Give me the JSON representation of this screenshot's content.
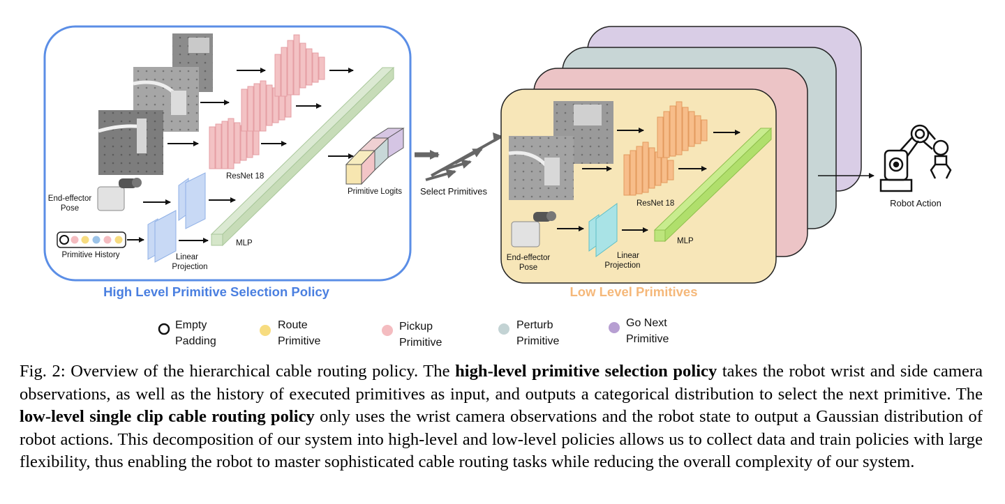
{
  "high_level": {
    "title": "High Level Primitive Selection Policy",
    "title_color": "#4a7fe0",
    "resnet_label": "ResNet 18",
    "primitive_logits_label": "Primitive Logits",
    "end_effector_label_line1": "End-effector",
    "end_effector_label_line2": "Pose",
    "primitive_history_label": "Primitive History",
    "linear_projection_line1": "Linear",
    "linear_projection_line2": "Projection",
    "mlp_label": "MLP"
  },
  "select_primitives_label": "Select Primitives",
  "low_level": {
    "title": "Low Level Primitives",
    "title_color": "#f5b87a",
    "resnet_label": "ResNet 18",
    "end_effector_label_line1": "End-effector",
    "end_effector_label_line2": "Pose",
    "linear_projection_line1": "Linear",
    "linear_projection_line2": "Projection",
    "mlp_label": "MLP",
    "card_colors": [
      "#d9cde6",
      "#c8d6d6",
      "#ecc4c6",
      "#f7e6b8"
    ]
  },
  "robot_action_label": "Robot Action",
  "legend": [
    {
      "line1": "Empty",
      "line2": "Padding",
      "color": "#ffffff",
      "icon": "empty-circle-icon"
    },
    {
      "line1": "Route",
      "line2": "Primitive",
      "color": "#f7dc80",
      "icon": "yellow-dot-icon"
    },
    {
      "line1": "Pickup",
      "line2": "Primitive",
      "color": "#f4bcc0",
      "icon": "pink-dot-icon"
    },
    {
      "line1": "Perturb",
      "line2": "Primitive",
      "color": "#c3d3d4",
      "icon": "teal-dot-icon"
    },
    {
      "line1": "Go Next",
      "line2": "Primitive",
      "color": "#b79fd2",
      "icon": "purple-dot-icon"
    }
  ],
  "caption": {
    "fig_label": "Fig. 2:",
    "part1": "Overview of the hierarchical cable routing policy. The ",
    "bold1": "high-level primitive selection policy",
    "part2": " takes the robot wrist and side camera observations, as well as the history of executed primitives as input, and outputs a categorical distribution to select the next primitive. The ",
    "bold2": "low-level single clip cable routing policy",
    "part3": " only uses the wrist camera observations and the robot state to output a Gaussian distribution of robot actions. This decomposition of our system into high-level and low-level policies allows us to collect data and train policies with large flexibility, thus enabling the robot to master sophisticated cable routing tasks while reducing the overall complexity of our system."
  }
}
